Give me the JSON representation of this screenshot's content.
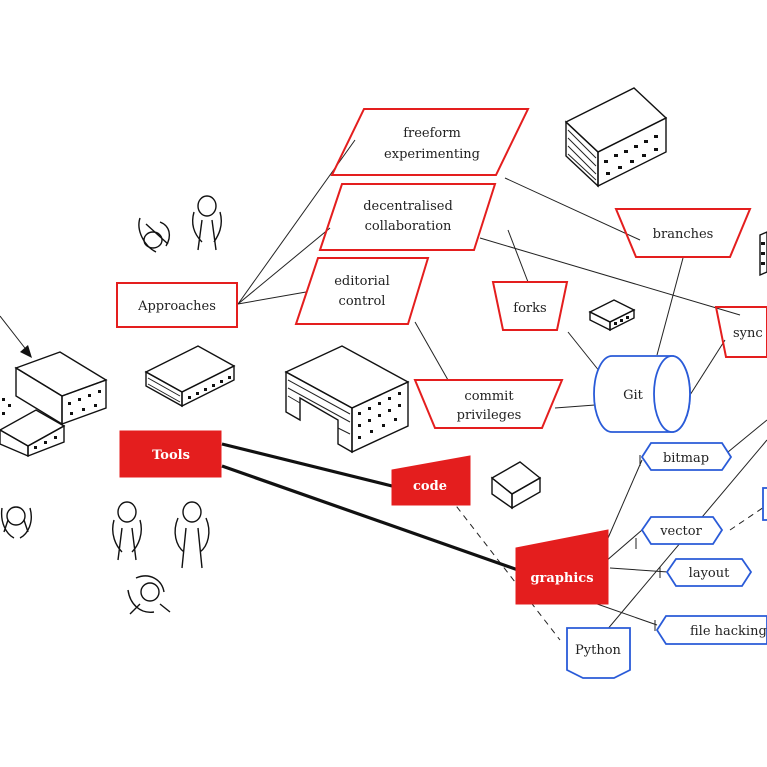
{
  "nodes": {
    "approaches": "Approaches",
    "freeform": [
      "freeform",
      "experimenting"
    ],
    "decentralised": [
      "decentralised",
      "collaboration"
    ],
    "editorial": [
      "editorial",
      "control"
    ],
    "branches": "branches",
    "forks": "forks",
    "sync": "sync",
    "commit": [
      "commit",
      "privileges"
    ],
    "git": "Git",
    "tools": "Tools",
    "code": "code",
    "graphics": "graphics",
    "bitmap": "bitmap",
    "vector": "vector",
    "layout": "layout",
    "filehacking": "file hacking",
    "python": "Python"
  },
  "colors": {
    "approach_red": "#e41e1e",
    "tool_blue": "#2a5bd8",
    "ink": "#111111"
  },
  "illustrations": [
    "person-icon",
    "building-icon",
    "desk-icon",
    "house-icon"
  ]
}
